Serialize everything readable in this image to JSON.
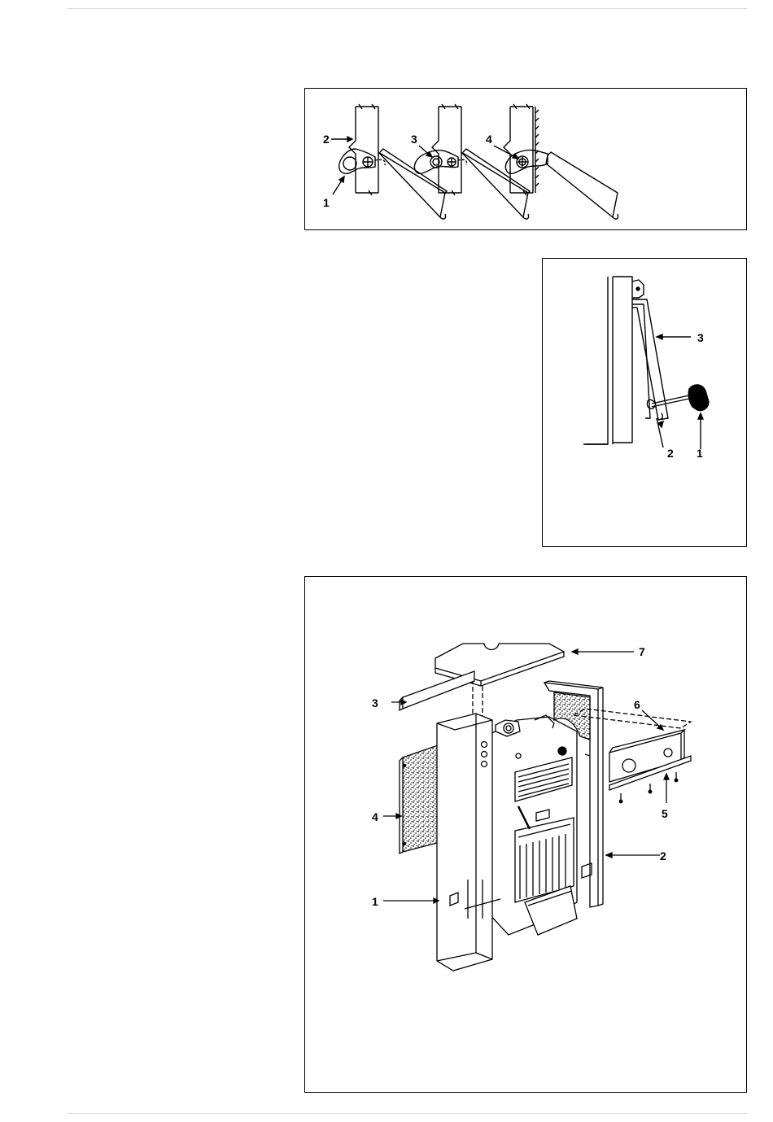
{
  "figure1": {
    "callouts": [
      "1",
      "2",
      "3",
      "4"
    ]
  },
  "figure2": {
    "callouts": [
      "1",
      "2",
      "3"
    ]
  },
  "figure3": {
    "callouts": [
      "1",
      "2",
      "3",
      "4",
      "5",
      "6",
      "7"
    ]
  }
}
